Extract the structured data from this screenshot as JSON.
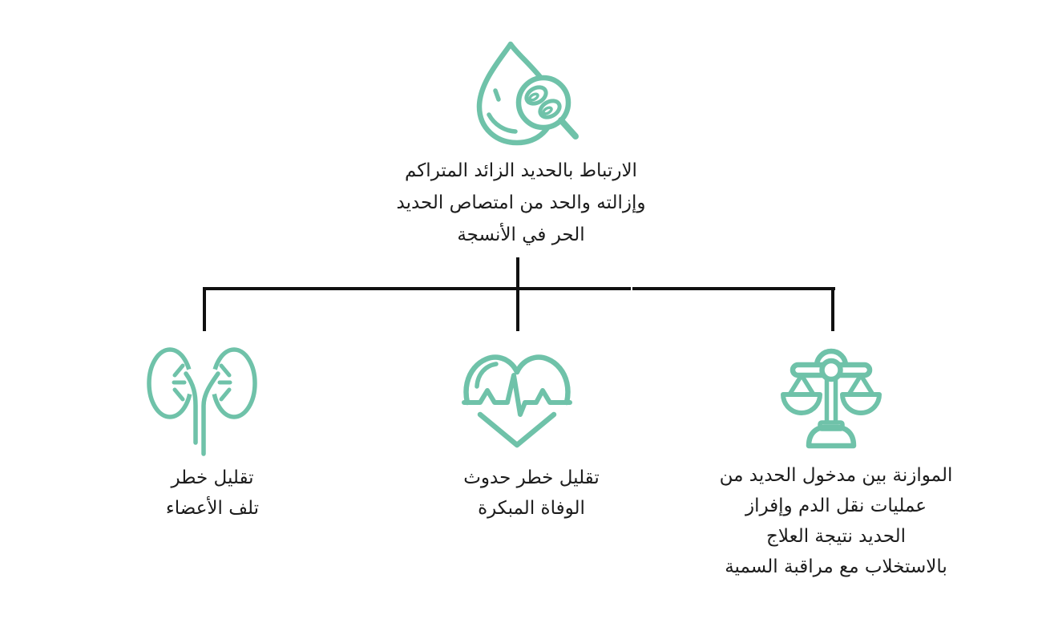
{
  "colors": {
    "accent": "#6FC2A9",
    "connector": "#101010",
    "text": "#1C1C1C",
    "background": "#FFFFFF"
  },
  "root": {
    "icon": "blood-drop-magnifier-icon",
    "lines": [
      "الارتباط بالحديد الزائد المتراكم",
      "وإزالته والحد من امتصاص الحديد",
      "الحر في الأنسجة"
    ]
  },
  "branches": [
    {
      "id": "organ-damage",
      "icon": "kidneys-icon",
      "lines": [
        "تقليل خطر",
        "تلف الأعضاء"
      ]
    },
    {
      "id": "early-death",
      "icon": "heart-ecg-icon",
      "lines": [
        "تقليل خطر حدوث",
        "الوفاة المبكرة"
      ]
    },
    {
      "id": "iron-balance",
      "icon": "balance-scale-icon",
      "lines": [
        "الموازنة بين مدخول الحديد من",
        "عمليات نقل الدم وإفراز",
        "الحديد نتيجة العلاج",
        "بالاستخلاب مع مراقبة السمية"
      ]
    }
  ]
}
